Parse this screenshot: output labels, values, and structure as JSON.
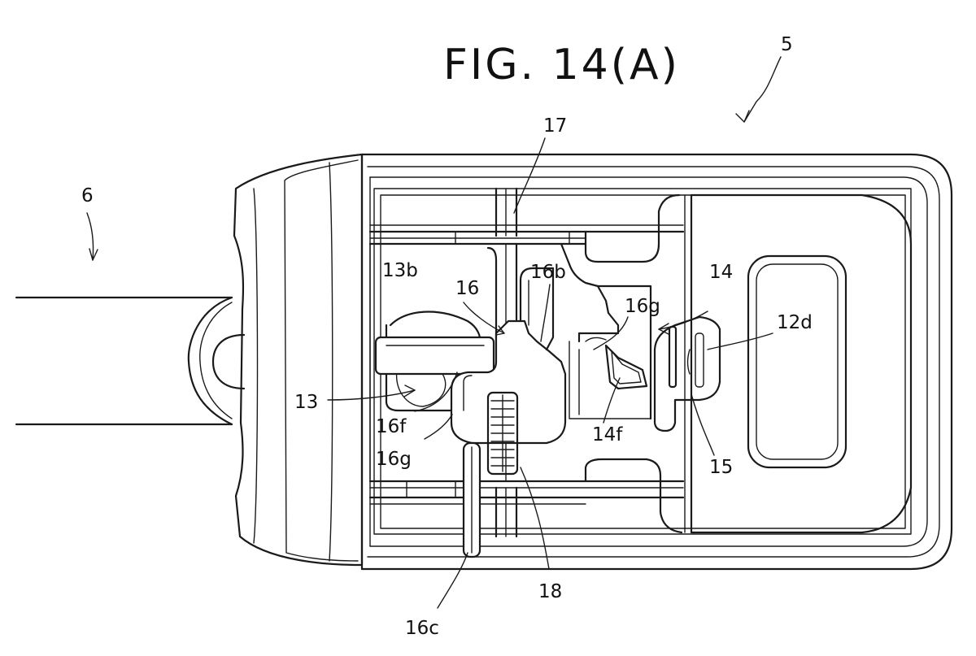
{
  "figure": {
    "title": "FIG. 14(A)"
  },
  "labels": {
    "l5": "5",
    "l6": "6",
    "l17": "17",
    "l13b": "13b",
    "l16": "16",
    "l16b": "16b",
    "l14": "14",
    "l16g_top": "16g",
    "l12d": "12d",
    "l13": "13",
    "l16f": "16f",
    "l16g_bottom": "16g",
    "l14f": "14f",
    "l15": "15",
    "l18": "18",
    "l16c": "16c"
  },
  "colors": {
    "ink": "#1a1a1a",
    "paper": "#ffffff"
  }
}
